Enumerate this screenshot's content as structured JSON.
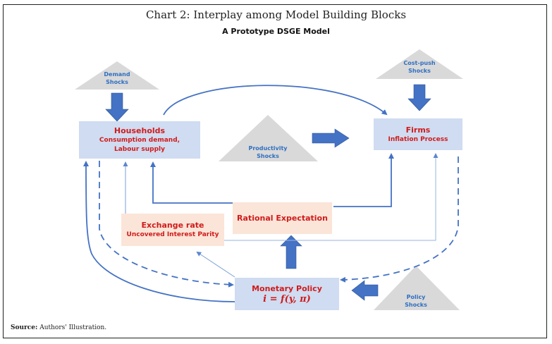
{
  "header": {
    "title": "Chart 2: Interplay among Model Building Blocks",
    "subtitle": "A Prototype DSGE Model"
  },
  "nodes": {
    "households": {
      "title": "Households",
      "line1": "Consumption demand,",
      "line2": "Labour supply"
    },
    "firms": {
      "title": "Firms",
      "line1": "Inflation Process"
    },
    "rational_expectation": {
      "title": "Rational Expectation"
    },
    "exchange_rate": {
      "title": "Exchange rate",
      "line1": "Uncovered Interest Parity"
    },
    "monetary_policy": {
      "title": "Monetary Policy",
      "formula": "i = f(y, π)"
    }
  },
  "shocks": {
    "demand": {
      "line1": "Demand",
      "line2": "Shocks"
    },
    "cost_push": {
      "line1": "Cost-push",
      "line2": "Shocks"
    },
    "productivity": {
      "line1": "Productivity",
      "line2": "Shocks"
    },
    "policy": {
      "line1": "Policy",
      "line2": "Shocks"
    }
  },
  "footer": {
    "source_label": "Source:",
    "source_text": " Authors' Illustration."
  },
  "colors": {
    "box_blue": "#cfdcf1",
    "box_peach": "#fbe5d8",
    "node_text": "#d01b1b",
    "arrow_blue": "#4472c4",
    "shock_gray": "#d9d9d9",
    "shock_text": "#2f6fc1"
  }
}
